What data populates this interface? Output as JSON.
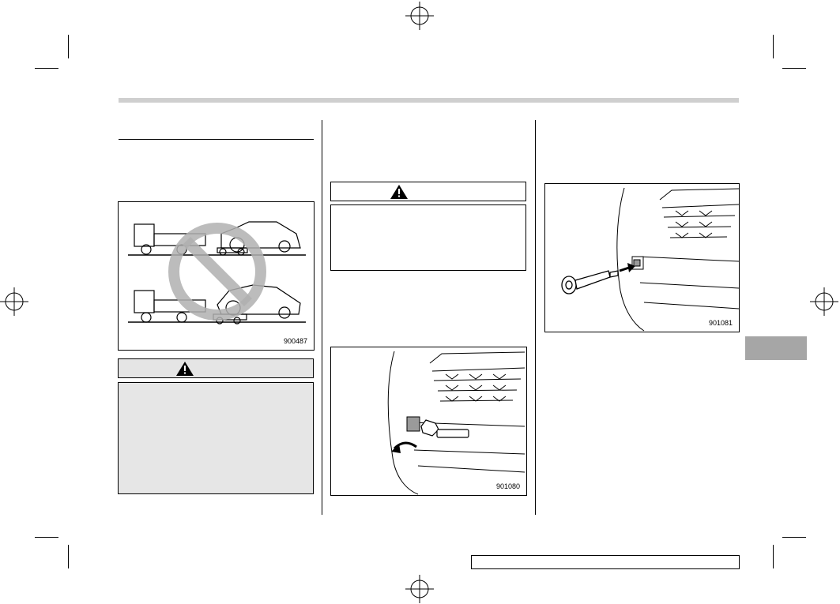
{
  "page": {
    "header_band": "",
    "footer_page_label": ""
  },
  "column1": {
    "section_heading": "",
    "figure": {
      "code": "900487",
      "icon": "no-towing-prohibition-icon"
    },
    "warning": {
      "icon": "warning-triangle-icon",
      "label": ""
    }
  },
  "column2": {
    "warning": {
      "icon": "warning-triangle-icon",
      "label": ""
    },
    "figure": {
      "code": "901080",
      "icon": "bumper-cover-removal-icon"
    }
  },
  "column3": {
    "figure": {
      "code": "901081",
      "icon": "towing-hook-install-icon"
    }
  },
  "side_tab": {
    "label": ""
  }
}
